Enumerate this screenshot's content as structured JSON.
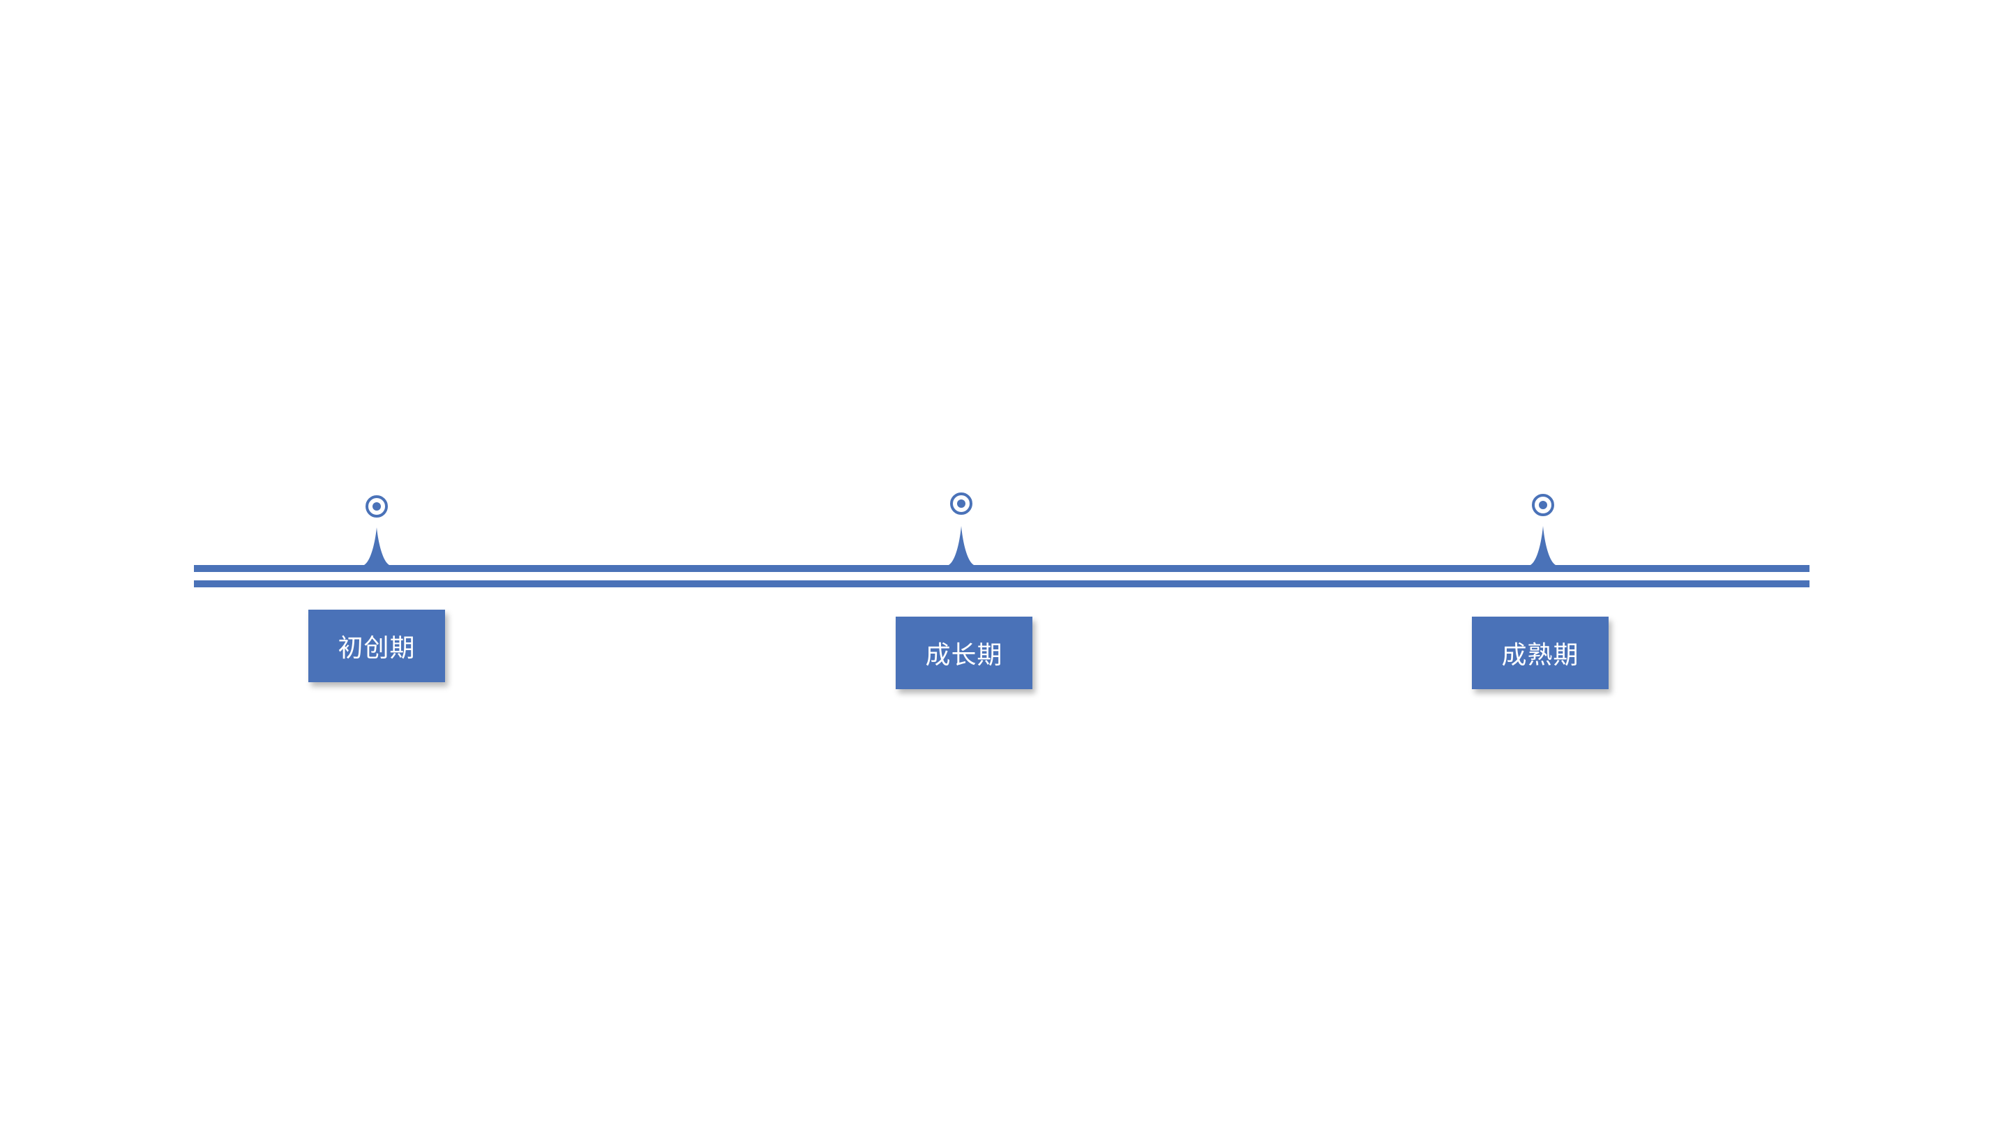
{
  "theme": {
    "accent": "#4a72b8",
    "background": "#ffffff"
  },
  "timeline": {
    "rails": [
      "top-rail",
      "bottom-rail"
    ],
    "stages": [
      {
        "label": "初创期",
        "marker_icon": "target-icon"
      },
      {
        "label": "成长期",
        "marker_icon": "target-icon"
      },
      {
        "label": "成熟期",
        "marker_icon": "target-icon"
      }
    ]
  }
}
